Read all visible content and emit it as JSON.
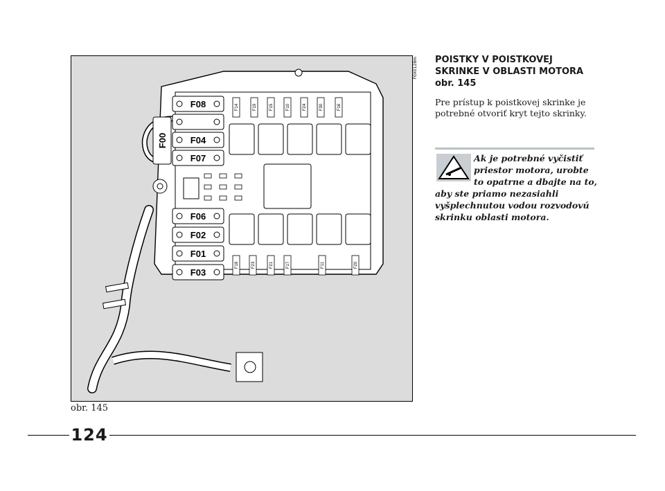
{
  "figure": {
    "code": "F0X0128m",
    "caption": "obr. 145",
    "large_fuses": [
      "F08",
      "F04",
      "F07",
      "F06",
      "F02",
      "F01",
      "F03"
    ],
    "side_fuse": "F00",
    "top_fuses": [
      "F14",
      "F19",
      "F15",
      "F10",
      "F24",
      "F30",
      "F16"
    ],
    "bottom_fuses": [
      "F18",
      "F23",
      "F21",
      "F17",
      "F11",
      "F20"
    ]
  },
  "page": {
    "number": "124"
  },
  "section": {
    "title": "POISTKY V POISTKOVEJ SKRINKE V OBLASTI MOTORA",
    "title_ref": "obr. 145",
    "intro": "Pre prístup k poistkovej skrinke je potrebné otvoriť kryt tejto skrinky."
  },
  "warning": {
    "icon": "warning-triangle-icon",
    "text": "Ak je potrebné vyčistiť priestor motora, urobte to opatrne a dbajte na to, aby ste priamo nezasiahli vyšplechnutou vodou rozvodovú skrinku oblasti motora."
  },
  "colors": {
    "figure_bg": "#dcdcdc",
    "box_fill": "#ffffff",
    "rule": "#b8c2c8"
  }
}
